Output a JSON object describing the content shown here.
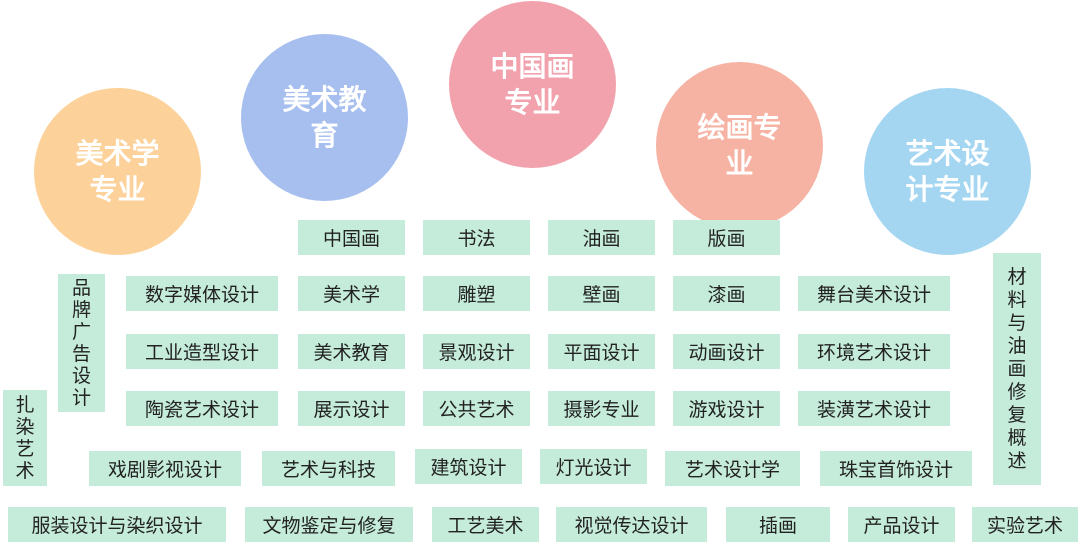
{
  "circles": [
    {
      "label": "美术学专业",
      "color": "#fcd29a"
    },
    {
      "label": "美术教育",
      "color": "#a6bfee"
    },
    {
      "label": "中国画专业",
      "color": "#f2a2ac"
    },
    {
      "label": "绘画专业",
      "color": "#f6b3a3"
    },
    {
      "label": "艺术设计专业",
      "color": "#a4d6f2"
    }
  ],
  "row1": [
    "中国画",
    "书法",
    "油画",
    "版画"
  ],
  "row2": [
    "数字媒体设计",
    "美术学",
    "雕塑",
    "壁画",
    "漆画",
    "舞台美术设计"
  ],
  "row3": [
    "工业造型设计",
    "美术教育",
    "景观设计",
    "平面设计",
    "动画设计",
    "环境艺术设计"
  ],
  "row4": [
    "陶瓷艺术设计",
    "展示设计",
    "公共艺术",
    "摄影专业",
    "游戏设计",
    "装潢艺术设计"
  ],
  "row5": [
    "戏剧影视设计",
    "艺术与科技",
    "建筑设计",
    "灯光设计",
    "艺术设计学",
    "珠宝首饰设计"
  ],
  "row6": [
    "服装设计与染织设计",
    "文物鉴定与修复",
    "工艺美术",
    "视觉传达设计",
    "插画",
    "产品设计",
    "实验艺术"
  ],
  "vertical": {
    "brand": "品牌广告设计",
    "dye": "扎染艺术",
    "restore": "材料与油画修复概述"
  }
}
